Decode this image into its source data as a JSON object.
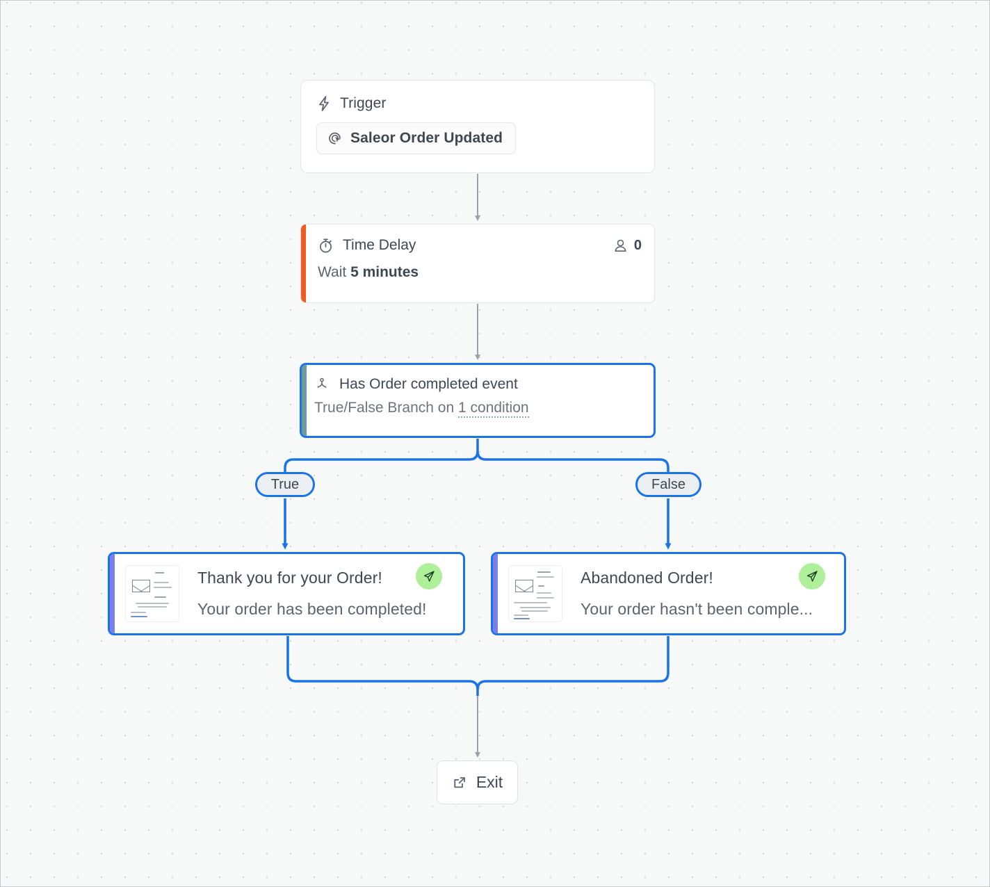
{
  "canvas": {
    "background_color": "#f7f8f8",
    "grid_dot_color": "#d2d5d8",
    "selection_color": "#1a73e8"
  },
  "workflow": {
    "trigger": {
      "icon": "lightning-bolt-icon",
      "title": "Trigger",
      "event_icon": "saleor-cursor-icon",
      "event_label": "Saleor Order Updated"
    },
    "delay": {
      "icon": "stopwatch-icon",
      "title": "Time Delay",
      "accent_color": "#f15a22",
      "people_icon": "person-icon",
      "people_count": "0",
      "wait_prefix": "Wait",
      "wait_value": "5 minutes"
    },
    "condition": {
      "icon": "branch-fork-icon",
      "title": "Has Order completed event",
      "accent_color": "#6f9a9b",
      "description_prefix": "True/False Branch on",
      "condition_link": "1 condition"
    },
    "branches": {
      "true_label": "True",
      "false_label": "False"
    },
    "emails": [
      {
        "accent_color": "#7b7ee8",
        "thumbnail_icon": "email-template-thumbnail",
        "subject": "Thank you for your Order!",
        "preview": "Your order has been completed!",
        "send_icon": "send-paper-plane-icon",
        "send_badge_color": "#aef09a"
      },
      {
        "accent_color": "#7b7ee8",
        "thumbnail_icon": "email-template-thumbnail",
        "subject": "Abandoned Order!",
        "preview": "Your order hasn't been comple...",
        "send_icon": "send-paper-plane-icon",
        "send_badge_color": "#aef09a"
      }
    ],
    "exit": {
      "icon": "external-link-icon",
      "label": "Exit"
    }
  }
}
